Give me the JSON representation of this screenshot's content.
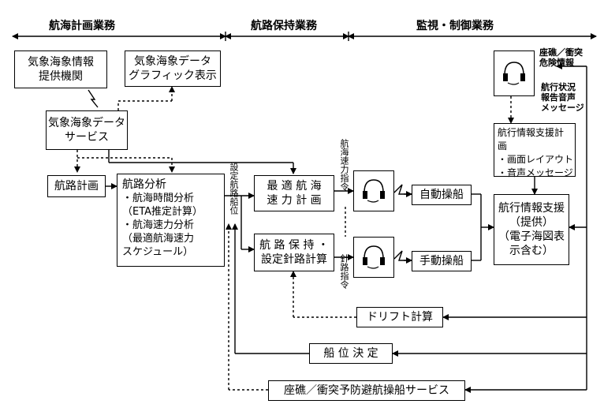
{
  "headers": {
    "planning": "航海計画業務",
    "route_keeping": "航路保持業務",
    "monitoring": "監視・制御業務"
  },
  "boxes": {
    "weather_provider": "気象海象情報\n提供機関",
    "weather_graphic": "気象海象データ\nグラフィック表示",
    "weather_service": "気象海象データ\nサービス",
    "route_plan": "航路計画",
    "route_analysis_title": "航路分析",
    "route_analysis_items": "・航海時間分析\n（ETA推定計算）\n・航海速力分析\n（最適航海速力\nスケジュール）",
    "optimal_speed": "最 適 航 海\n速 力 計 画",
    "course_keeping": "航 路 保 持 ・\n設定針路計算",
    "auto_steer": "自動操船",
    "manual_steer": "手動操船",
    "nav_support_plan_title": "航行情報支援計画",
    "nav_support_plan_items": "・画面レイアウト\n・音声メッセージ",
    "nav_support": "航行情報支援\n（提供）\n（電子海図表\n示含む）",
    "drift": "ドリフト計算",
    "position_fix": "船 位 決 定",
    "collision_service": "座礁／衝突予防避航操船サービス"
  },
  "labels": {
    "set_route_position": "設定航路船位",
    "speed_command": "航海速力指令",
    "course_command": "針路指令",
    "grounding_info": "座礁／衝突\n危険情報",
    "voice_message": "航行状況\n報告音声\nメッセージ"
  },
  "icons": [
    "headset-icon",
    "headset-icon",
    "headset-icon"
  ]
}
